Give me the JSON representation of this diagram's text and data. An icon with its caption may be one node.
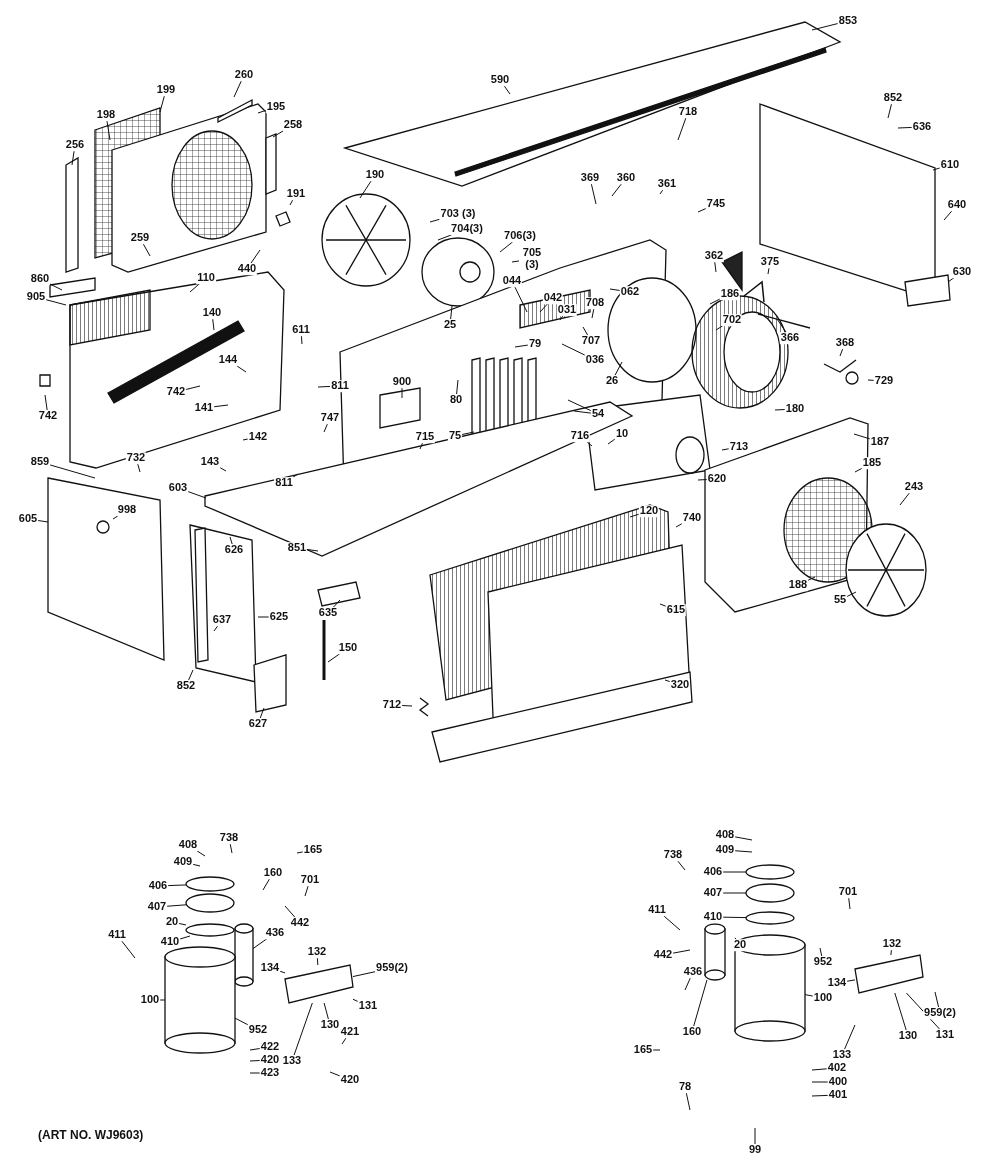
{
  "diagram": {
    "nodes": [
      {
        "text": [
          "853"
        ]
      },
      {
        "text": [
          "590"
        ]
      },
      {
        "text": [
          "260"
        ]
      },
      {
        "text": [
          "199"
        ]
      },
      {
        "text": [
          "198"
        ]
      },
      {
        "text": [
          "195"
        ]
      },
      {
        "text": [
          "258"
        ]
      },
      {
        "text": [
          "256"
        ]
      },
      {
        "text": [
          "852"
        ]
      },
      {
        "text": [
          "636"
        ]
      },
      {
        "text": [
          "718"
        ]
      },
      {
        "text": [
          "610"
        ]
      },
      {
        "text": [
          "191"
        ]
      },
      {
        "text": [
          "190"
        ]
      },
      {
        "text": [
          "703 (3)"
        ]
      },
      {
        "text": [
          "704(3)"
        ]
      },
      {
        "text": [
          "706(3)"
        ]
      },
      {
        "text": [
          "705 (3)"
        ]
      },
      {
        "text": [
          "369"
        ]
      },
      {
        "text": [
          "360"
        ]
      },
      {
        "text": [
          "361"
        ]
      },
      {
        "text": [
          "745"
        ]
      },
      {
        "text": [
          "362"
        ]
      },
      {
        "text": [
          "375"
        ]
      },
      {
        "text": [
          "640"
        ]
      },
      {
        "text": [
          "630"
        ]
      },
      {
        "text": [
          "259"
        ]
      },
      {
        "text": [
          "440"
        ]
      },
      {
        "text": [
          "860"
        ]
      },
      {
        "text": [
          "905"
        ]
      },
      {
        "text": [
          "110"
        ]
      },
      {
        "text": [
          "140"
        ]
      },
      {
        "text": [
          "044"
        ]
      },
      {
        "text": [
          "062"
        ]
      },
      {
        "text": [
          "186"
        ]
      },
      {
        "text": [
          "042"
        ]
      },
      {
        "text": [
          "031"
        ]
      },
      {
        "text": [
          "708"
        ]
      },
      {
        "text": [
          "611"
        ]
      },
      {
        "text": [
          "25"
        ]
      },
      {
        "text": [
          "702"
        ]
      },
      {
        "text": [
          "366"
        ]
      },
      {
        "text": [
          "707"
        ]
      },
      {
        "text": [
          "036"
        ]
      },
      {
        "text": [
          "79"
        ]
      },
      {
        "text": [
          "368"
        ]
      },
      {
        "text": [
          "144"
        ]
      },
      {
        "text": [
          "26"
        ]
      },
      {
        "text": [
          "729"
        ]
      },
      {
        "text": [
          "742"
        ]
      },
      {
        "text": [
          "742"
        ]
      },
      {
        "text": [
          "141"
        ]
      },
      {
        "text": [
          "900"
        ]
      },
      {
        "text": [
          "80"
        ]
      },
      {
        "text": [
          "180"
        ]
      },
      {
        "text": [
          "811"
        ]
      },
      {
        "text": [
          "747"
        ]
      },
      {
        "text": [
          "54"
        ]
      },
      {
        "text": [
          "142"
        ]
      },
      {
        "text": [
          "10"
        ]
      },
      {
        "text": [
          "75"
        ]
      },
      {
        "text": [
          "715"
        ]
      },
      {
        "text": [
          "716"
        ]
      },
      {
        "text": [
          "713"
        ]
      },
      {
        "text": [
          "187"
        ]
      },
      {
        "text": [
          "185"
        ]
      },
      {
        "text": [
          "143"
        ]
      },
      {
        "text": [
          "732"
        ]
      },
      {
        "text": [
          "859"
        ]
      },
      {
        "text": [
          "811"
        ]
      },
      {
        "text": [
          "603"
        ]
      },
      {
        "text": [
          "620"
        ]
      },
      {
        "text": [
          "605"
        ]
      },
      {
        "text": [
          "998"
        ]
      },
      {
        "text": [
          "120"
        ]
      },
      {
        "text": [
          "740"
        ]
      },
      {
        "text": [
          "243"
        ]
      },
      {
        "text": [
          "851"
        ]
      },
      {
        "text": [
          "626"
        ]
      },
      {
        "text": [
          "188"
        ]
      },
      {
        "text": [
          "55"
        ]
      },
      {
        "text": [
          "635"
        ]
      },
      {
        "text": [
          "637"
        ]
      },
      {
        "text": [
          "625"
        ]
      },
      {
        "text": [
          "615"
        ]
      },
      {
        "text": [
          "150"
        ]
      },
      {
        "text": [
          "852"
        ]
      },
      {
        "text": [
          "320"
        ]
      },
      {
        "text": [
          "712"
        ]
      },
      {
        "text": [
          "627"
        ]
      },
      {
        "text": [
          "408"
        ]
      },
      {
        "text": [
          "738"
        ]
      },
      {
        "text": [
          "165"
        ]
      },
      {
        "text": [
          "409"
        ]
      },
      {
        "text": [
          "160"
        ]
      },
      {
        "text": [
          "701"
        ]
      },
      {
        "text": [
          "406"
        ]
      },
      {
        "text": [
          "442"
        ]
      },
      {
        "text": [
          "407"
        ]
      },
      {
        "text": [
          "20"
        ]
      },
      {
        "text": [
          "436"
        ]
      },
      {
        "text": [
          "410"
        ]
      },
      {
        "text": [
          "411"
        ]
      },
      {
        "text": [
          "132"
        ]
      },
      {
        "text": [
          "959(2)"
        ]
      },
      {
        "text": [
          "134"
        ]
      },
      {
        "text": [
          "100"
        ]
      },
      {
        "text": [
          "131"
        ]
      },
      {
        "text": [
          "130"
        ]
      },
      {
        "text": [
          "952"
        ]
      },
      {
        "text": [
          "133"
        ]
      },
      {
        "text": [
          "421"
        ]
      },
      {
        "text": [
          "422"
        ]
      },
      {
        "text": [
          "420"
        ]
      },
      {
        "text": [
          "423"
        ]
      },
      {
        "text": [
          "420"
        ]
      },
      {
        "text": [
          "408"
        ]
      },
      {
        "text": [
          "409"
        ]
      },
      {
        "text": [
          "738"
        ]
      },
      {
        "text": [
          "406"
        ]
      },
      {
        "text": [
          "407"
        ]
      },
      {
        "text": [
          "701"
        ]
      },
      {
        "text": [
          "410"
        ]
      },
      {
        "text": [
          "411"
        ]
      },
      {
        "text": [
          "20"
        ]
      },
      {
        "text": [
          "952"
        ]
      },
      {
        "text": [
          "442"
        ]
      },
      {
        "text": [
          "436"
        ]
      },
      {
        "text": [
          "132"
        ]
      },
      {
        "text": [
          "134"
        ]
      },
      {
        "text": [
          "100"
        ]
      },
      {
        "text": [
          "959(2)"
        ]
      },
      {
        "text": [
          "160"
        ]
      },
      {
        "text": [
          "131"
        ]
      },
      {
        "text": [
          "130"
        ]
      },
      {
        "text": [
          "133"
        ]
      },
      {
        "text": [
          "165"
        ]
      },
      {
        "text": [
          "402"
        ]
      },
      {
        "text": [
          "400"
        ]
      },
      {
        "text": [
          "401"
        ]
      },
      {
        "text": [
          "78"
        ]
      },
      {
        "text": [
          "99"
        ]
      },
      {
        "text": [],
        "shape": "ellipse"
      },
      {
        "text": [],
        "shape": "ellipse"
      },
      {
        "text": [],
        "shape": "ellipse"
      },
      {
        "text": [],
        "shape": "cylinder"
      },
      {
        "text": [],
        "shape": "cylinder"
      },
      {
        "text": [],
        "shape": "box"
      },
      {
        "text": [],
        "shape": "ellipse"
      },
      {
        "text": [],
        "shape": "ellipse"
      },
      {
        "text": [],
        "shape": "ellipse"
      },
      {
        "text": [],
        "shape": "cylinder"
      },
      {
        "text": [],
        "shape": "cylinder"
      },
      {
        "text": [],
        "shape": "box"
      }
    ],
    "edges": [
      {
        "from": 0,
        "to": null,
        "arrow": "none"
      },
      {
        "from": 1,
        "to": null,
        "arrow": "none"
      },
      {
        "from": 2,
        "to": null,
        "arrow": "none"
      },
      {
        "from": 3,
        "to": null,
        "arrow": "none"
      },
      {
        "from": 4,
        "to": null,
        "arrow": "none"
      },
      {
        "from": 5,
        "to": null,
        "arrow": "none"
      },
      {
        "from": 6,
        "to": null,
        "arrow": "none"
      },
      {
        "from": 7,
        "to": null,
        "arrow": "none"
      },
      {
        "from": 8,
        "to": null,
        "arrow": "none"
      },
      {
        "from": 9,
        "to": null,
        "arrow": "none"
      },
      {
        "from": 10,
        "to": null,
        "arrow": "none"
      },
      {
        "from": 11,
        "to": null,
        "arrow": "none"
      },
      {
        "from": 12,
        "to": null,
        "arrow": "none"
      },
      {
        "from": 13,
        "to": null,
        "arrow": "none"
      },
      {
        "from": 14,
        "to": null,
        "arrow": "none"
      },
      {
        "from": 15,
        "to": null,
        "arrow": "none"
      },
      {
        "from": 16,
        "to": null,
        "arrow": "none"
      },
      {
        "from": 17,
        "to": null,
        "arrow": "none"
      },
      {
        "from": 18,
        "to": null,
        "arrow": "none"
      },
      {
        "from": 19,
        "to": null,
        "arrow": "none"
      },
      {
        "from": 20,
        "to": null,
        "arrow": "none"
      },
      {
        "from": 21,
        "to": null,
        "arrow": "none"
      },
      {
        "from": 22,
        "to": null,
        "arrow": "none"
      },
      {
        "from": 23,
        "to": null,
        "arrow": "none"
      },
      {
        "from": 24,
        "to": null,
        "arrow": "none"
      },
      {
        "from": 25,
        "to": null,
        "arrow": "none"
      },
      {
        "from": 26,
        "to": null,
        "arrow": "none"
      },
      {
        "from": 27,
        "to": null,
        "arrow": "none"
      },
      {
        "from": 28,
        "to": null,
        "arrow": "none"
      },
      {
        "from": 29,
        "to": null,
        "arrow": "none"
      },
      {
        "from": 30,
        "to": null,
        "arrow": "none"
      },
      {
        "from": 31,
        "to": null,
        "arrow": "none"
      },
      {
        "from": 32,
        "to": null,
        "arrow": "none"
      },
      {
        "from": 33,
        "to": null,
        "arrow": "none"
      },
      {
        "from": 34,
        "to": null,
        "arrow": "none"
      },
      {
        "from": 35,
        "to": null,
        "arrow": "none"
      },
      {
        "from": 36,
        "to": null,
        "arrow": "none"
      },
      {
        "from": 37,
        "to": null,
        "arrow": "none"
      },
      {
        "from": 38,
        "to": null,
        "arrow": "none"
      },
      {
        "from": 39,
        "to": null,
        "arrow": "none"
      },
      {
        "from": 40,
        "to": null,
        "arrow": "none"
      },
      {
        "from": 41,
        "to": null,
        "arrow": "none"
      },
      {
        "from": 42,
        "to": null,
        "arrow": "none"
      },
      {
        "from": 43,
        "to": null,
        "arrow": "none"
      },
      {
        "from": 44,
        "to": null,
        "arrow": "none"
      },
      {
        "from": 45,
        "to": null,
        "arrow": "none"
      },
      {
        "from": 46,
        "to": null,
        "arrow": "none"
      },
      {
        "from": 47,
        "to": null,
        "arrow": "none"
      },
      {
        "from": 48,
        "to": null,
        "arrow": "none"
      },
      {
        "from": 49,
        "to": null,
        "arrow": "none"
      },
      {
        "from": 50,
        "to": null,
        "arrow": "none"
      },
      {
        "from": 51,
        "to": null,
        "arrow": "none"
      },
      {
        "from": 52,
        "to": null,
        "arrow": "none"
      },
      {
        "from": 53,
        "to": null,
        "arrow": "none"
      },
      {
        "from": 54,
        "to": null,
        "arrow": "none"
      },
      {
        "from": 55,
        "to": null,
        "arrow": "none"
      },
      {
        "from": 56,
        "to": null,
        "arrow": "none"
      },
      {
        "from": 57,
        "to": null,
        "arrow": "none"
      },
      {
        "from": 58,
        "to": null,
        "arrow": "none"
      },
      {
        "from": 59,
        "to": null,
        "arrow": "none"
      },
      {
        "from": 60,
        "to": null,
        "arrow": "none"
      },
      {
        "from": 61,
        "to": null,
        "arrow": "none"
      },
      {
        "from": 62,
        "to": null,
        "arrow": "none"
      },
      {
        "from": 63,
        "to": null,
        "arrow": "none"
      },
      {
        "from": 64,
        "to": null,
        "arrow": "none"
      },
      {
        "from": 65,
        "to": null,
        "arrow": "none"
      },
      {
        "from": 66,
        "to": null,
        "arrow": "none"
      },
      {
        "from": 67,
        "to": null,
        "arrow": "none"
      },
      {
        "from": 68,
        "to": null,
        "arrow": "none"
      },
      {
        "from": 69,
        "to": null,
        "arrow": "none"
      },
      {
        "from": 70,
        "to": null,
        "arrow": "none"
      },
      {
        "from": 71,
        "to": null,
        "arrow": "none"
      },
      {
        "from": 72,
        "to": null,
        "arrow": "none"
      },
      {
        "from": 73,
        "to": null,
        "arrow": "none"
      },
      {
        "from": 74,
        "to": null,
        "arrow": "none"
      },
      {
        "from": 75,
        "to": null,
        "arrow": "none"
      },
      {
        "from": 76,
        "to": null,
        "arrow": "none"
      },
      {
        "from": 77,
        "to": null,
        "arrow": "none"
      },
      {
        "from": 78,
        "to": null,
        "arrow": "none"
      },
      {
        "from": 79,
        "to": null,
        "arrow": "none"
      },
      {
        "from": 80,
        "to": null,
        "arrow": "none"
      },
      {
        "from": 81,
        "to": null,
        "arrow": "none"
      },
      {
        "from": 82,
        "to": null,
        "arrow": "none"
      },
      {
        "from": 83,
        "to": null,
        "arrow": "none"
      },
      {
        "from": 84,
        "to": null,
        "arrow": "none"
      },
      {
        "from": 85,
        "to": null,
        "arrow": "none"
      },
      {
        "from": 86,
        "to": null,
        "arrow": "none"
      },
      {
        "from": 87,
        "to": null,
        "arrow": "none"
      },
      {
        "from": 88,
        "to": null,
        "arrow": "none"
      },
      {
        "from": 89,
        "to": null,
        "arrow": "none"
      },
      {
        "from": 90,
        "to": null,
        "arrow": "none"
      },
      {
        "from": 91,
        "to": null,
        "arrow": "none"
      },
      {
        "from": 92,
        "to": null,
        "arrow": "none"
      },
      {
        "from": 93,
        "to": null,
        "arrow": "none"
      },
      {
        "from": 94,
        "to": null,
        "arrow": "none"
      },
      {
        "from": 95,
        "to": null,
        "arrow": "none"
      },
      {
        "from": 96,
        "to": 142,
        "arrow": "none"
      },
      {
        "from": 97,
        "to": null,
        "arrow": "none"
      },
      {
        "from": 98,
        "to": 143,
        "arrow": "none"
      },
      {
        "from": 99,
        "to": 144,
        "arrow": "none"
      },
      {
        "from": 100,
        "to": 145,
        "arrow": "none"
      },
      {
        "from": 101,
        "to": 144,
        "arrow": "none"
      },
      {
        "from": 102,
        "to": null,
        "arrow": "none"
      },
      {
        "from": 103,
        "to": 147,
        "arrow": "none"
      },
      {
        "from": 104,
        "to": 147,
        "arrow": "none"
      },
      {
        "from": 105,
        "to": 147,
        "arrow": "none"
      },
      {
        "from": 106,
        "to": 146,
        "arrow": "none"
      },
      {
        "from": 107,
        "to": 147,
        "arrow": "none"
      },
      {
        "from": 108,
        "to": 147,
        "arrow": "none"
      },
      {
        "from": 109,
        "to": 146,
        "arrow": "none"
      },
      {
        "from": 110,
        "to": 147,
        "arrow": "none"
      },
      {
        "from": 111,
        "to": null,
        "arrow": "none"
      },
      {
        "from": 112,
        "to": null,
        "arrow": "none"
      },
      {
        "from": 113,
        "to": null,
        "arrow": "none"
      },
      {
        "from": 114,
        "to": null,
        "arrow": "none"
      },
      {
        "from": 115,
        "to": null,
        "arrow": "none"
      },
      {
        "from": 116,
        "to": null,
        "arrow": "none"
      },
      {
        "from": 117,
        "to": null,
        "arrow": "none"
      },
      {
        "from": 118,
        "to": null,
        "arrow": "none"
      },
      {
        "from": 119,
        "to": 148,
        "arrow": "none"
      },
      {
        "from": 120,
        "to": 149,
        "arrow": "none"
      },
      {
        "from": 121,
        "to": null,
        "arrow": "none"
      },
      {
        "from": 122,
        "to": 150,
        "arrow": "none"
      },
      {
        "from": 123,
        "to": null,
        "arrow": "none"
      },
      {
        "from": 124,
        "to": 152,
        "arrow": "none"
      },
      {
        "from": 125,
        "to": null,
        "arrow": "none"
      },
      {
        "from": 126,
        "to": null,
        "arrow": "none"
      },
      {
        "from": 127,
        "to": null,
        "arrow": "none"
      },
      {
        "from": 128,
        "to": 153,
        "arrow": "none"
      },
      {
        "from": 129,
        "to": 153,
        "arrow": "none"
      },
      {
        "from": 130,
        "to": 152,
        "arrow": "none"
      },
      {
        "from": 131,
        "to": null,
        "arrow": "none"
      },
      {
        "from": 132,
        "to": 151,
        "arrow": "none"
      },
      {
        "from": 133,
        "to": 153,
        "arrow": "none"
      },
      {
        "from": 134,
        "to": 153,
        "arrow": "none"
      },
      {
        "from": 135,
        "to": null,
        "arrow": "none"
      },
      {
        "from": 136,
        "to": null,
        "arrow": "none"
      },
      {
        "from": 137,
        "to": null,
        "arrow": "none"
      },
      {
        "from": 138,
        "to": null,
        "arrow": "none"
      },
      {
        "from": 139,
        "to": null,
        "arrow": "none"
      },
      {
        "from": 140,
        "to": null,
        "arrow": "none"
      },
      {
        "from": 141,
        "to": null,
        "arrow": "none"
      },
      {
        "from": 57,
        "to": null,
        "arrow": "none"
      }
    ],
    "labels": [
      "(ART NO. WJ9603)"
    ]
  }
}
